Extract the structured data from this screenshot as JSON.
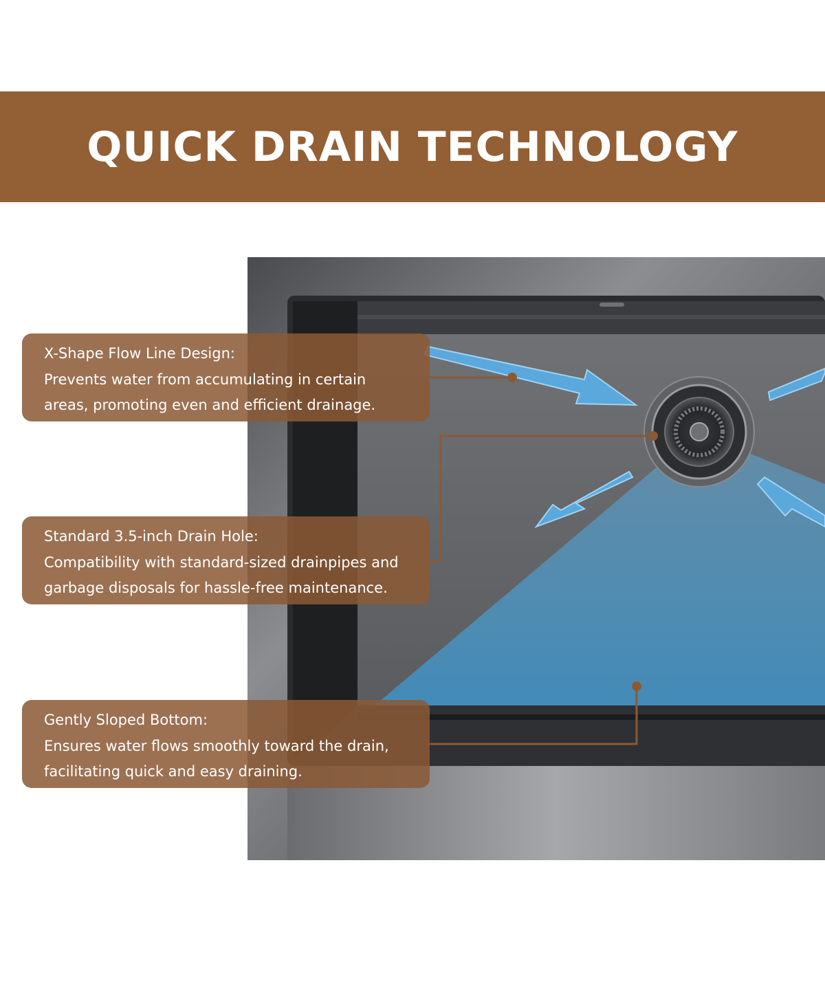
{
  "header": {
    "title": "QUICK DRAIN TECHNOLOGY"
  },
  "colors": {
    "banner": "#935F34",
    "callout": "#8A5A35",
    "callout_opacity": 0.86,
    "flow_arrow": "#5AA8DC",
    "sink_steel": "#5E6063"
  },
  "callouts": [
    {
      "title": "X-Shape Flow Line Design:",
      "lines": [
        "Prevents water from accumulating in certain",
        "areas, promoting even and efficient drainage."
      ]
    },
    {
      "title": "Standard 3.5-inch Drain Hole:",
      "lines": [
        "Compatibility with standard-sized drainpipes and",
        "garbage disposals for hassle-free maintenance."
      ]
    },
    {
      "title": "Gently Sloped Bottom:",
      "lines": [
        "Ensures water flows smoothly toward the drain,",
        "facilitating quick and easy draining."
      ]
    }
  ]
}
